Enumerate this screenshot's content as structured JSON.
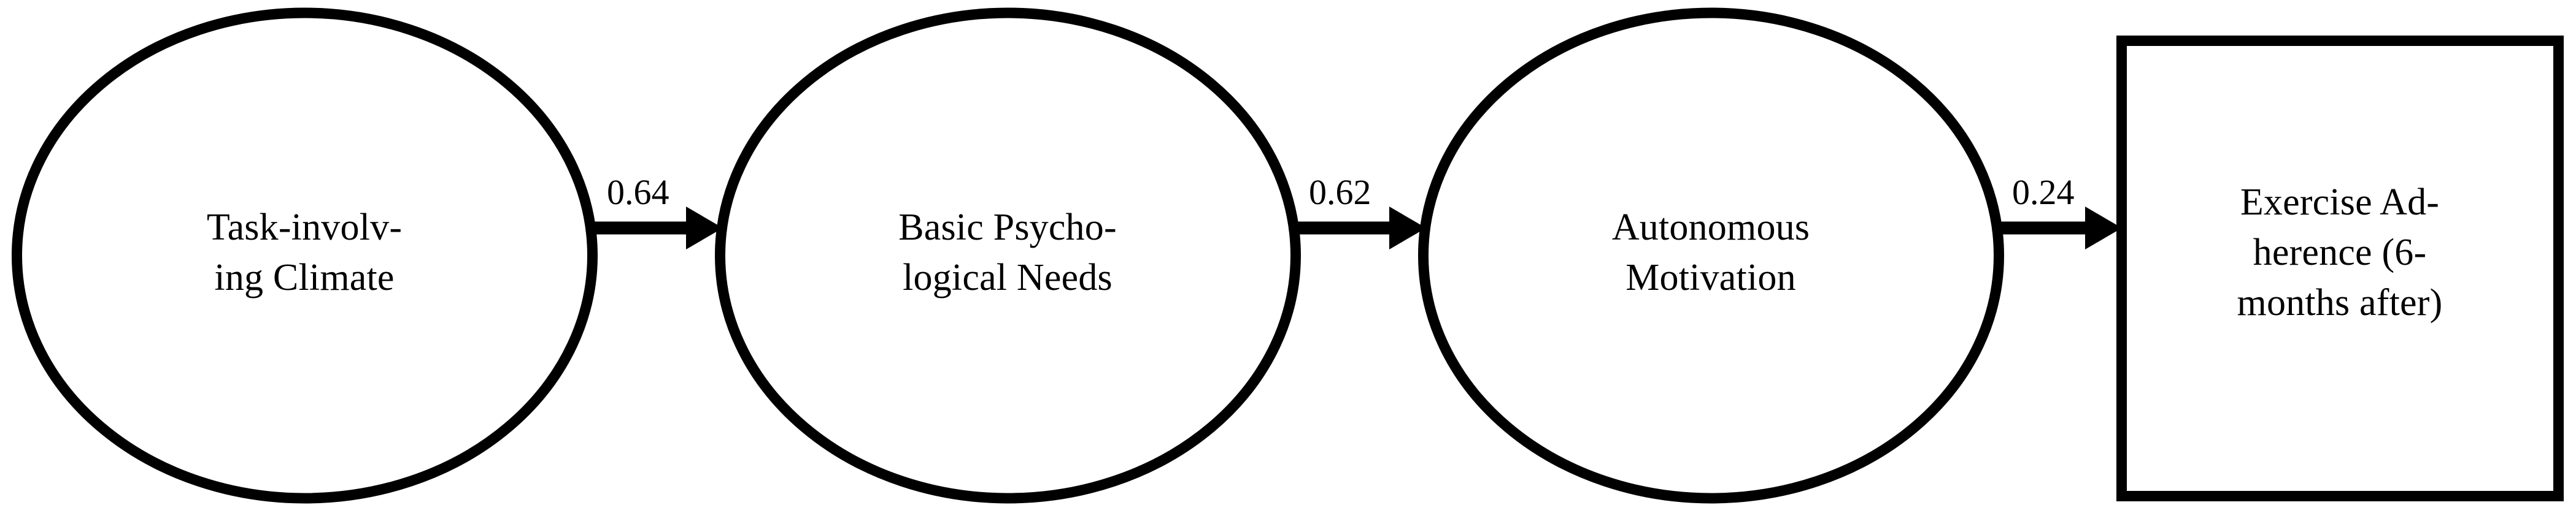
{
  "diagram": {
    "type": "path-model",
    "background_color": "#ffffff",
    "stroke_color": "#000000",
    "nodes": [
      {
        "id": "task-involving-climate",
        "shape": "ellipse",
        "lines": [
          "Task-involv-",
          "ing Climate"
        ],
        "text": "Task-involving Climate"
      },
      {
        "id": "basic-psychological-needs",
        "shape": "ellipse",
        "lines": [
          "Basic Psycho-",
          "logical Needs"
        ],
        "text": "Basic Psychological Needs"
      },
      {
        "id": "autonomous-motivation",
        "shape": "ellipse",
        "lines": [
          "Autonomous",
          "Motivation"
        ],
        "text": "Autonomous Motivation"
      },
      {
        "id": "exercise-adherence",
        "shape": "rectangle",
        "lines": [
          "Exercise Ad-",
          "herence (6-",
          "months after)"
        ],
        "text": "Exercise Adherence (6-months after)"
      }
    ],
    "edges": [
      {
        "id": "edge-climate-to-needs",
        "from": "task-involving-climate",
        "to": "basic-psychological-needs",
        "label": "0.64",
        "value": 0.64
      },
      {
        "id": "edge-needs-to-motivation",
        "from": "basic-psychological-needs",
        "to": "autonomous-motivation",
        "label": "0.62",
        "value": 0.62
      },
      {
        "id": "edge-motivation-to-adherence",
        "from": "autonomous-motivation",
        "to": "exercise-adherence",
        "label": "0.24",
        "value": 0.24
      }
    ]
  }
}
